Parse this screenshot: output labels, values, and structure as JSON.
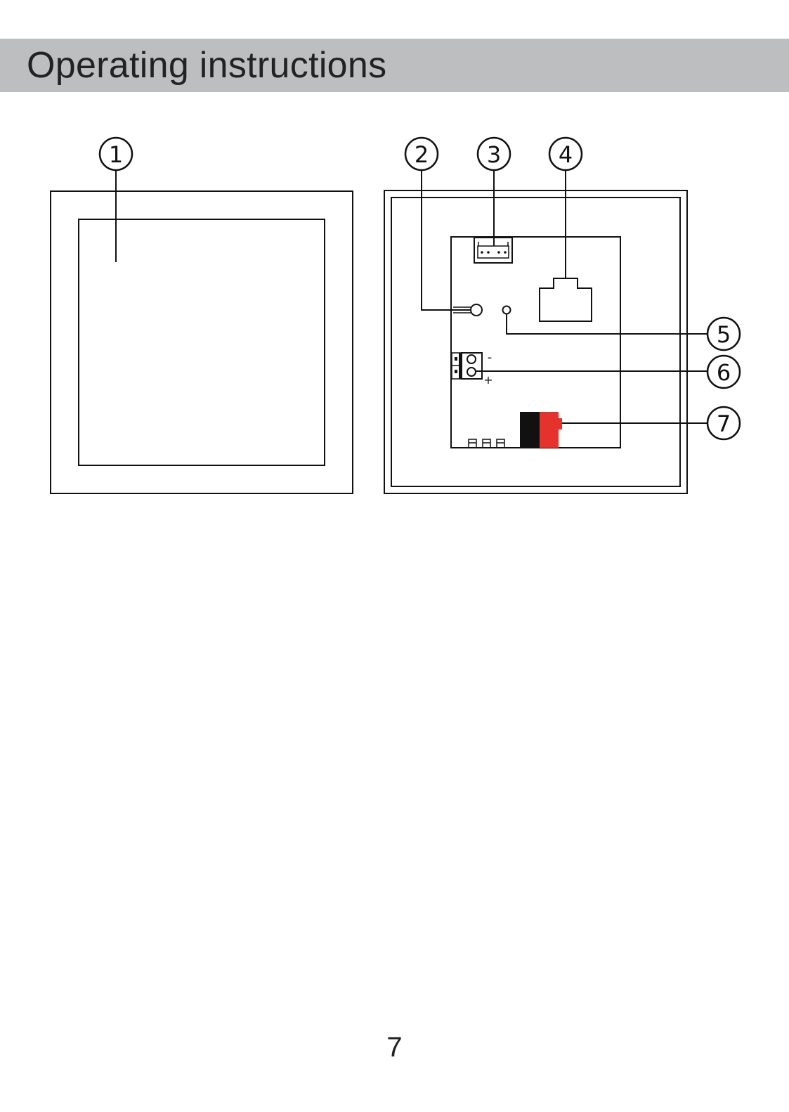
{
  "header": {
    "title": "Operating instructions"
  },
  "diagram": {
    "callouts": [
      "1",
      "2",
      "3",
      "4",
      "5",
      "6",
      "7"
    ],
    "terminal_minus": "-",
    "terminal_plus": "+",
    "colors": {
      "line": "#111111",
      "connector_black": "#111111",
      "connector_red": "#e5322d"
    }
  },
  "footer": {
    "page_number": "7"
  }
}
